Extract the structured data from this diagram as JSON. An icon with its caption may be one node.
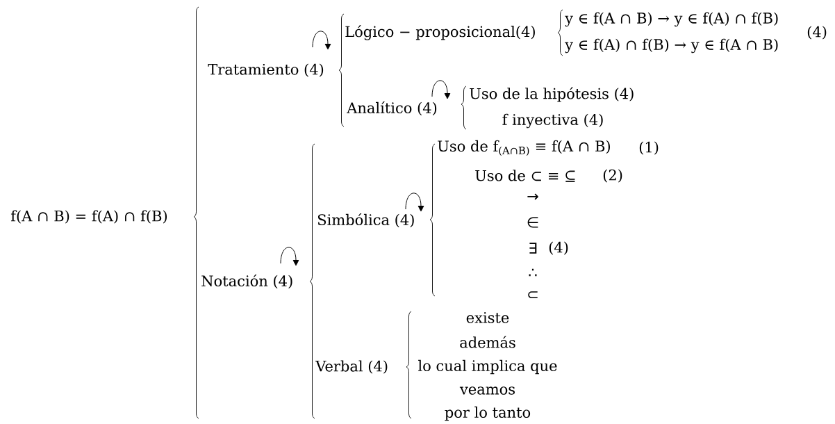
{
  "diagram": {
    "labels": [
      "f(A ∩ B) = f(A) ∩ f(B)",
      "Tratamiento (4)",
      "Lógico − proposicional(4)",
      "y ∈ f(A ∩ B) → y ∈ f(A) ∩ f(B)",
      "y ∈ f(A) ∩ f(B) → y ∈ f(A ∩ B)",
      "(4)",
      "Analítico (4)",
      "Uso de la hipótesis (4)",
      "f inyectiva (4)",
      "Notación (4)",
      "Simbólica (4)",
      "Uso de f$_{(A∩B)}$ ≡ f(A ∩ B)",
      "(1)",
      "Uso de ⊂ ≡ ⊆",
      "(2)",
      "→",
      "∈",
      "∃",
      "(4)",
      "∴",
      "⊂",
      "Verbal (4)",
      "existe",
      "además",
      "lo cual implica que",
      "veamos",
      "por lo tanto"
    ]
  }
}
